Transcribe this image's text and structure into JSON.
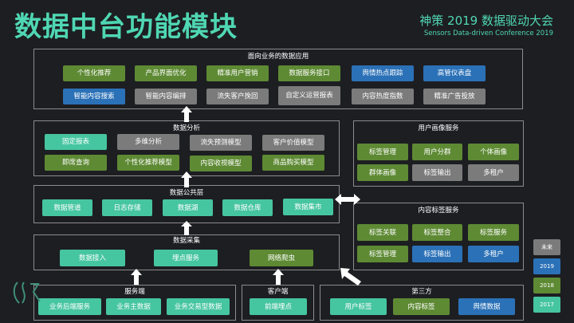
{
  "title": "数据中台功能模块",
  "conference": {
    "line1": "神策 2019 数据驱动大会",
    "line2": "Sensors Data-driven Conference 2019"
  },
  "colors": {
    "background": "#1d1e22",
    "accent": "#4fd7b3",
    "green_2018": "#5e8a34",
    "blue_2019": "#2b71b7",
    "gray_future": "#7b7b7b",
    "teal_2017": "#46c5a1"
  },
  "panels": {
    "applications": {
      "title": "面向业务的数据应用",
      "items": [
        {
          "label": "个性化推荐",
          "color": "green"
        },
        {
          "label": "产品界面优化",
          "color": "green"
        },
        {
          "label": "精准用户营销",
          "color": "green"
        },
        {
          "label": "数据服务接口",
          "color": "green"
        },
        {
          "label": "舆情热点跟踪",
          "color": "blue"
        },
        {
          "label": "高管仪表盘",
          "color": "blue"
        },
        {
          "label": "智能内容搜索",
          "color": "blue"
        },
        {
          "label": "智能内容编排",
          "color": "gray"
        },
        {
          "label": "流失客户挽回",
          "color": "gray"
        },
        {
          "label": "自定义运营报表",
          "color": "gray"
        },
        {
          "label": "内容热度指数",
          "color": "gray"
        },
        {
          "label": "精准广告投放",
          "color": "gray"
        }
      ]
    },
    "analysis": {
      "title": "数据分析",
      "items": [
        {
          "label": "固定报表",
          "color": "teal"
        },
        {
          "label": "多维分析",
          "color": "gray"
        },
        {
          "label": "流失预测模型",
          "color": "gray"
        },
        {
          "label": "客户价值模型",
          "color": "gray"
        },
        {
          "label": "即席查询",
          "color": "green"
        },
        {
          "label": "个性化推荐模型",
          "color": "green"
        },
        {
          "label": "内容收视模型",
          "color": "green"
        },
        {
          "label": "商品购买模型",
          "color": "green"
        }
      ]
    },
    "common": {
      "title": "数据公共层",
      "items": [
        {
          "label": "数据管道",
          "color": "teal"
        },
        {
          "label": "日志存储",
          "color": "teal"
        },
        {
          "label": "数据湖",
          "color": "teal"
        },
        {
          "label": "数据仓库",
          "color": "teal"
        },
        {
          "label": "数据集市",
          "color": "teal"
        }
      ]
    },
    "collection": {
      "title": "数据采集",
      "items": [
        {
          "label": "数据接入",
          "color": "teal"
        },
        {
          "label": "埋点服务",
          "color": "teal"
        },
        {
          "label": "网络爬虫",
          "color": "green"
        }
      ]
    },
    "server": {
      "title": "服务端",
      "items": [
        {
          "label": "业务后端服务",
          "color": "teal"
        },
        {
          "label": "业务主数据",
          "color": "teal"
        },
        {
          "label": "业务交易型数据",
          "color": "teal"
        }
      ]
    },
    "client": {
      "title": "客户端",
      "items": [
        {
          "label": "前端埋点",
          "color": "teal"
        }
      ]
    },
    "third_party": {
      "title": "第三方",
      "items": [
        {
          "label": "用户标签",
          "color": "teal"
        },
        {
          "label": "内容标签",
          "color": "green"
        },
        {
          "label": "舆情数据",
          "color": "blue"
        }
      ]
    },
    "user_profile": {
      "title": "用户画像服务",
      "items": [
        {
          "label": "标签管理",
          "color": "green"
        },
        {
          "label": "用户分群",
          "color": "green"
        },
        {
          "label": "个体画像",
          "color": "green"
        },
        {
          "label": "群体画像",
          "color": "green"
        },
        {
          "label": "标签输出",
          "color": "gray"
        },
        {
          "label": "多租户",
          "color": "gray"
        }
      ]
    },
    "content_tag": {
      "title": "内容标签服务",
      "items": [
        {
          "label": "标签关联",
          "color": "green"
        },
        {
          "label": "标签整合",
          "color": "green"
        },
        {
          "label": "标签服务",
          "color": "green"
        },
        {
          "label": "标签管理",
          "color": "green"
        },
        {
          "label": "标签输出",
          "color": "blue"
        },
        {
          "label": "多租户",
          "color": "blue"
        }
      ]
    }
  },
  "legend": [
    {
      "label": "未来",
      "color": "gray"
    },
    {
      "label": "2019",
      "color": "blue"
    },
    {
      "label": "2018",
      "color": "green"
    },
    {
      "label": "2017",
      "color": "teal"
    }
  ]
}
